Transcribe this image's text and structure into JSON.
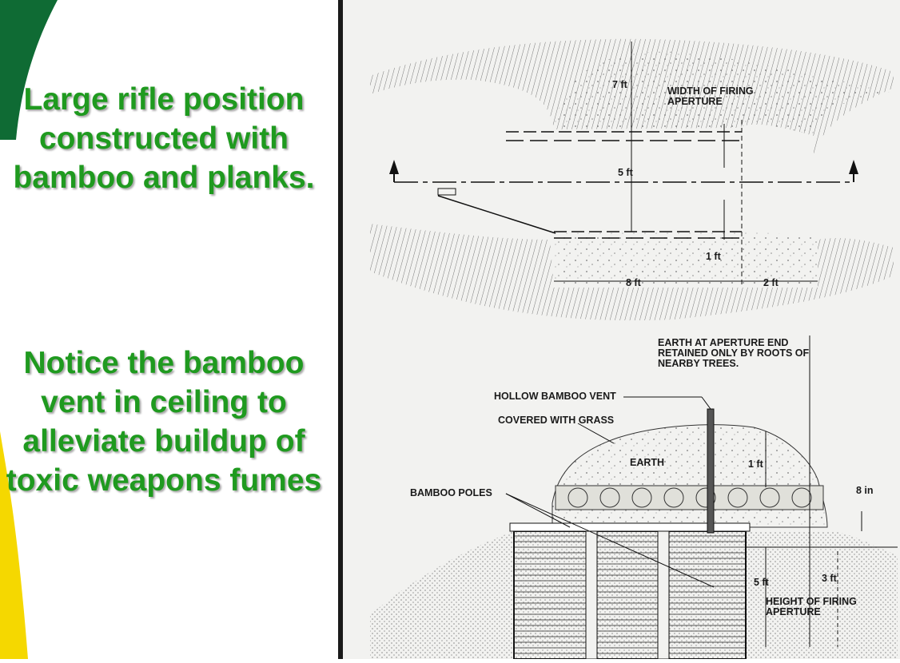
{
  "slide": {
    "caption_primary": "Large rifle position constructed with bamboo and planks.",
    "caption_secondary": "Notice the bamboo vent in ceiling to alleviate buildup of toxic weapons fumes",
    "text_color": "#1f9a1f",
    "accent_green": "#0f6b34",
    "accent_yellow": "#f5d800"
  },
  "diagram": {
    "plan_view": {
      "dim_height": "7  ft",
      "width_label": "WIDTH OF FIRING APERTURE",
      "dim_width": "5 ft",
      "dim_aperture": "1  ft",
      "dim_length": "8  ft",
      "dim_aperture_len": "2  ft"
    },
    "section_view": {
      "earth_note": "EARTH AT APERTURE END RETAINED ONLY BY ROOTS OF NEARBY TREES.",
      "vent_label": "HOLLOW BAMBOO VENT",
      "cover_label": "COVERED WITH GRASS",
      "earth_label": "EARTH",
      "dim_cover": "1  ft",
      "poles_label": "BAMBOO POLES",
      "dim_poles": "8 in",
      "dim_depth": "5 ft",
      "dim_aperture_height": "3  ft",
      "aperture_label": "HEIGHT OF FIRING APERTURE"
    }
  }
}
